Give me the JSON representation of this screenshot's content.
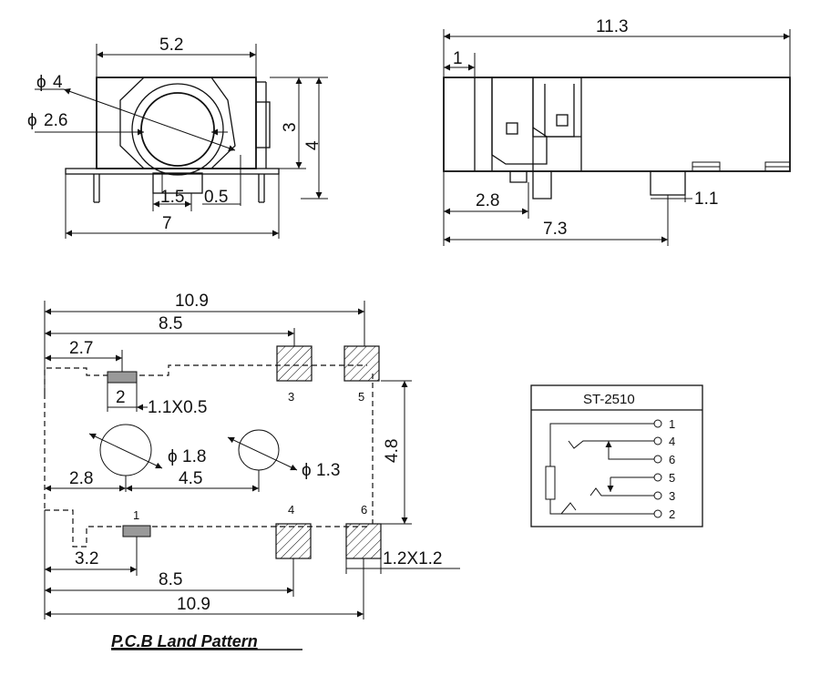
{
  "front_view": {
    "width_top": "5.2",
    "dia_outer": "4",
    "dia_inner": "2.6",
    "height_3": "3",
    "height_4": "4",
    "pin_pitch": "1.5",
    "pin_offset": "0.5",
    "width_total": "7"
  },
  "side_view": {
    "length_total": "11.3",
    "front_offset": "1",
    "pin_a": "2.8",
    "pin_w": "1.1",
    "pin_b": "7.3"
  },
  "pcb_land": {
    "top_total": "10.9",
    "top_85": "8.5",
    "top_27": "2.7",
    "slot_width": "2",
    "slot_size": "1.1X0.5",
    "hole1_dia": "1.8",
    "hole2_dia": "1.3",
    "hole_x": "2.8",
    "hole_pitch": "4.5",
    "row_pitch": "4.8",
    "bot_32": "3.2",
    "bot_85": "8.5",
    "bot_total": "10.9",
    "pad_size": "1.2X1.2",
    "pin_labels": [
      "3",
      "5",
      "1",
      "4",
      "6"
    ],
    "caption": "P.C.B Land Pattern"
  },
  "schematic": {
    "title": "ST-2510",
    "pins": [
      "1",
      "4",
      "6",
      "5",
      "3",
      "2"
    ]
  },
  "symbols": {
    "phi": "ϕ"
  }
}
